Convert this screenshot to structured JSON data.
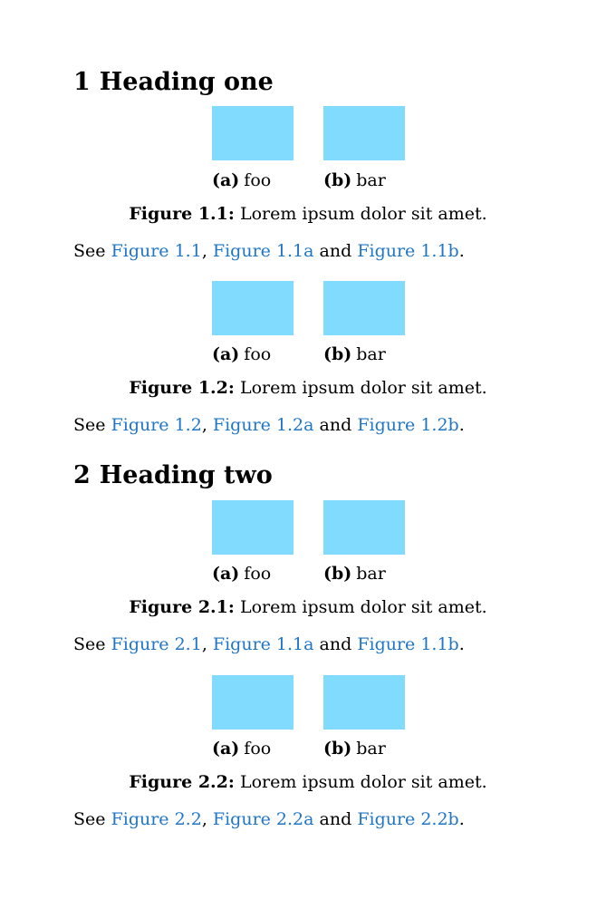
{
  "sections": [
    {
      "number": "1",
      "title": "Heading one",
      "figures": [
        {
          "sub_a": {
            "tag": "(a)",
            "text": "foo"
          },
          "sub_b": {
            "tag": "(b)",
            "text": "bar"
          },
          "caption_label": "Figure 1.1:",
          "caption_text": "Lorem ipsum dolor sit amet.",
          "see": {
            "prefix": "See",
            "ref1": "Figure 1.1",
            "sep1": ",",
            "ref2": "Figure 1.1a",
            "and": "and",
            "ref3": "Figure 1.1b",
            "end": "."
          }
        },
        {
          "sub_a": {
            "tag": "(a)",
            "text": "foo"
          },
          "sub_b": {
            "tag": "(b)",
            "text": "bar"
          },
          "caption_label": "Figure 1.2:",
          "caption_text": "Lorem ipsum dolor sit amet.",
          "see": {
            "prefix": "See",
            "ref1": "Figure 1.2",
            "sep1": ",",
            "ref2": "Figure 1.2a",
            "and": "and",
            "ref3": "Figure 1.2b",
            "end": "."
          }
        }
      ]
    },
    {
      "number": "2",
      "title": "Heading two",
      "figures": [
        {
          "sub_a": {
            "tag": "(a)",
            "text": "foo"
          },
          "sub_b": {
            "tag": "(b)",
            "text": "bar"
          },
          "caption_label": "Figure 2.1:",
          "caption_text": "Lorem ipsum dolor sit amet.",
          "see": {
            "prefix": "See",
            "ref1": "Figure 2.1",
            "sep1": ",",
            "ref2": "Figure 1.1a",
            "and": "and",
            "ref3": "Figure 1.1b",
            "end": "."
          }
        },
        {
          "sub_a": {
            "tag": "(a)",
            "text": "foo"
          },
          "sub_b": {
            "tag": "(b)",
            "text": "bar"
          },
          "caption_label": "Figure 2.2:",
          "caption_text": "Lorem ipsum dolor sit amet.",
          "see": {
            "prefix": "See",
            "ref1": "Figure 2.2",
            "sep1": ",",
            "ref2": "Figure 2.2a",
            "and": "and",
            "ref3": "Figure 2.2b",
            "end": "."
          }
        }
      ]
    }
  ],
  "colors": {
    "placeholder": "#80dbff",
    "link": "#1f75c6",
    "text": "#000000"
  }
}
